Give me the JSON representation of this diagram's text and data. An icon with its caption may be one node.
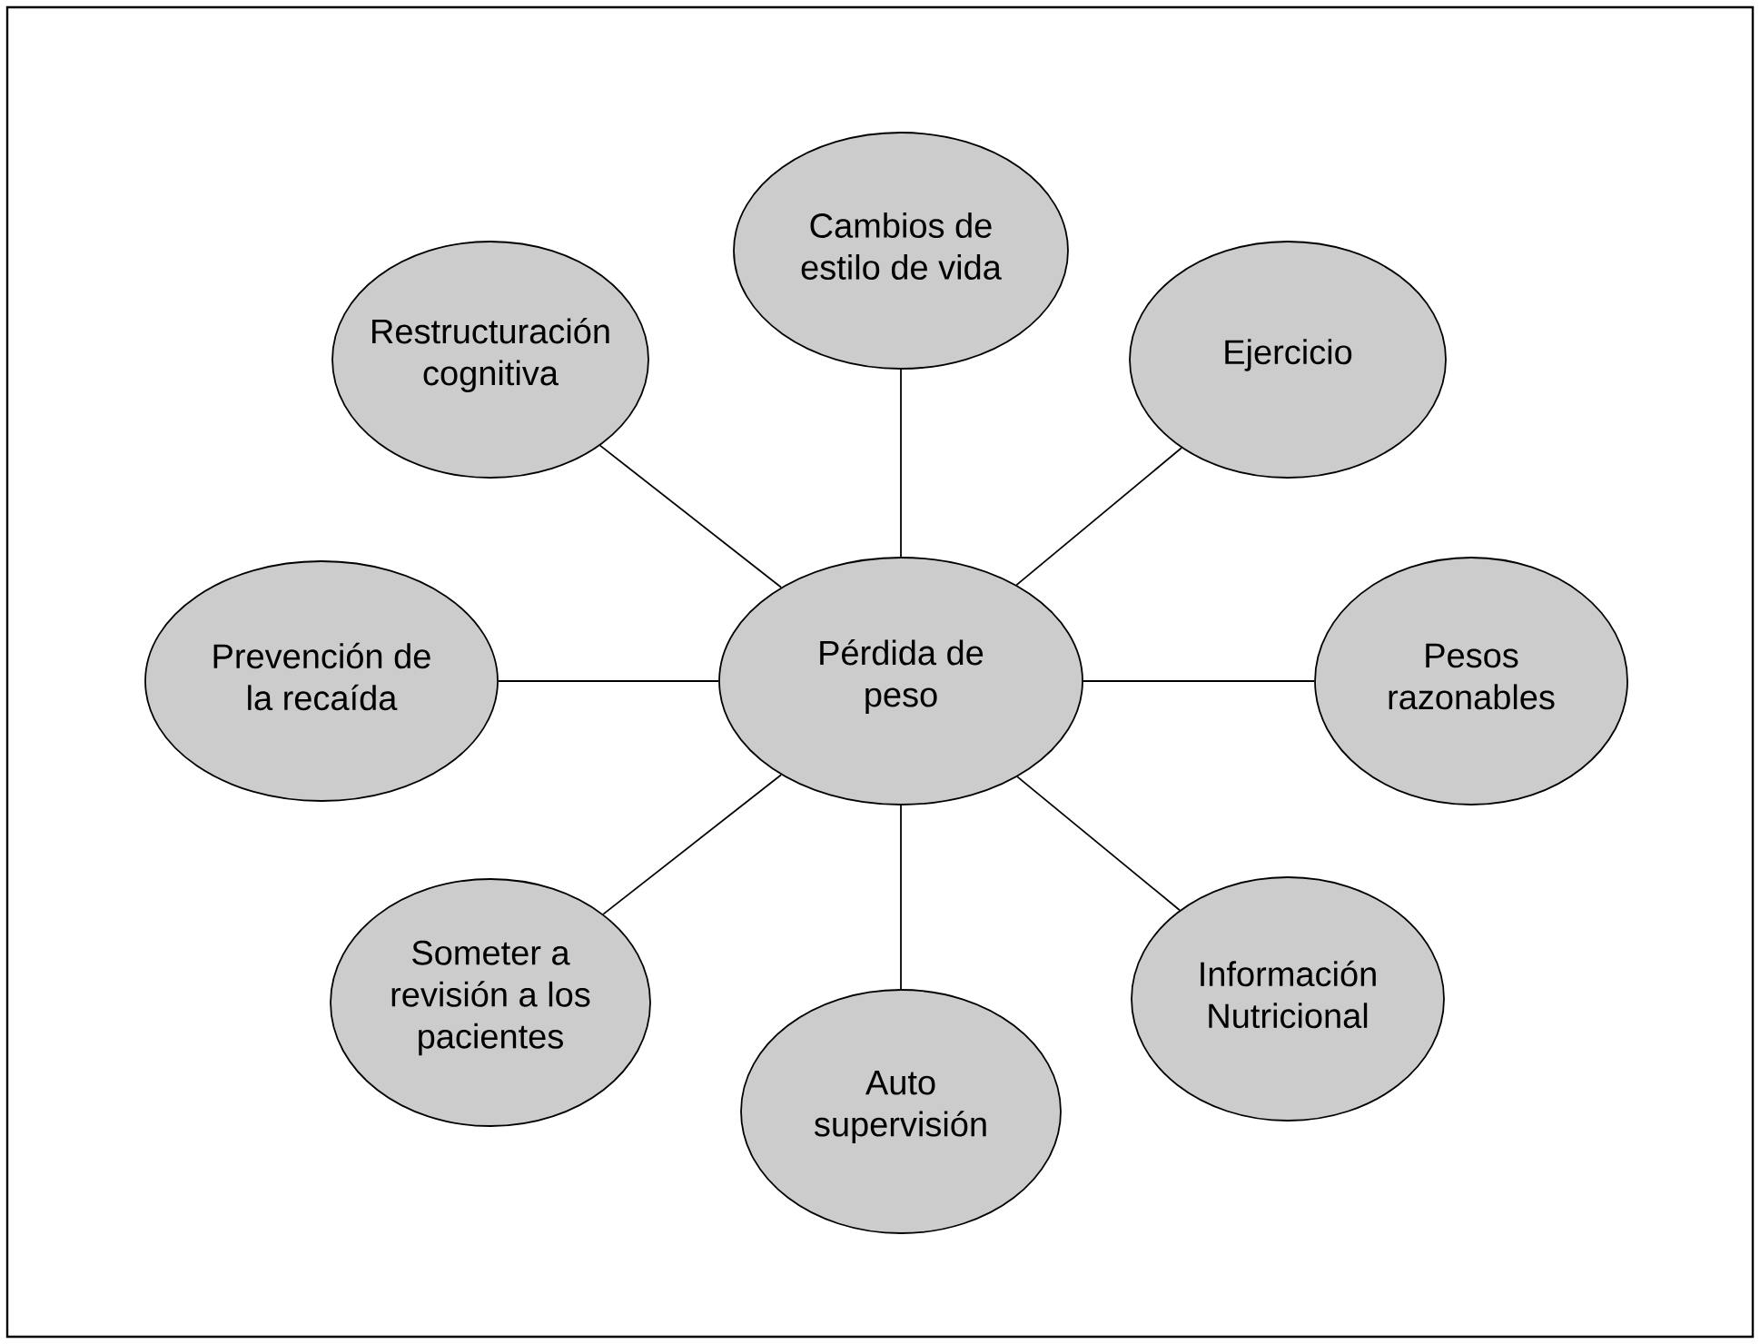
{
  "diagram": {
    "nodes": [
      {
        "text": [
          "Pérdida de peso"
        ]
      },
      {
        "text": [
          "Cambios de estilo de vida"
        ]
      },
      {
        "text": [
          "Restructuración cognitiva"
        ]
      },
      {
        "text": [
          "Ejercicio"
        ]
      },
      {
        "text": [
          "Prevención de la recaída"
        ]
      },
      {
        "text": [
          "Pesos razonables"
        ]
      },
      {
        "text": [
          "Someter a revisión a los pacientes"
        ]
      },
      {
        "text": [
          "Información Nutricional"
        ]
      },
      {
        "text": [
          "Auto supervisión"
        ]
      }
    ],
    "edges": [
      {
        "from": 0,
        "to": 1,
        "arrow": "none"
      },
      {
        "from": 0,
        "to": 2,
        "arrow": "none"
      },
      {
        "from": 0,
        "to": 3,
        "arrow": "none"
      },
      {
        "from": 0,
        "to": 4,
        "arrow": "none"
      },
      {
        "from": 0,
        "to": 5,
        "arrow": "none"
      },
      {
        "from": 0,
        "to": 6,
        "arrow": "none"
      },
      {
        "from": 0,
        "to": 7,
        "arrow": "none"
      },
      {
        "from": 0,
        "to": 8,
        "arrow": "none"
      }
    ]
  }
}
